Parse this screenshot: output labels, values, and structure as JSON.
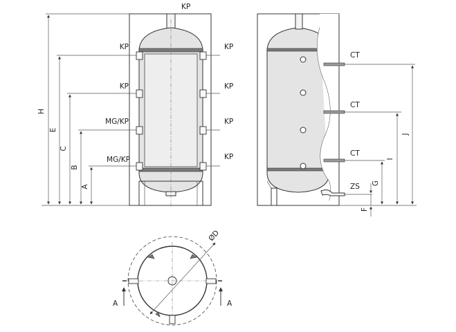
{
  "front_view": {
    "top_label": "KP",
    "left_labels": [
      "KP",
      "KP",
      "MG/KP",
      "MG/KP"
    ],
    "right_labels": [
      "KP",
      "KP",
      "KP",
      "KP"
    ],
    "dimensions": [
      "H",
      "E",
      "C",
      "B",
      "A"
    ]
  },
  "side_view": {
    "ct_labels": [
      "CT",
      "CT",
      "CT"
    ],
    "zs_label": "ZS",
    "dimensions": [
      "J",
      "I",
      "G",
      "F"
    ]
  },
  "plan_view": {
    "diameter_label": "ØD",
    "section_labels": [
      "A",
      "A"
    ]
  }
}
